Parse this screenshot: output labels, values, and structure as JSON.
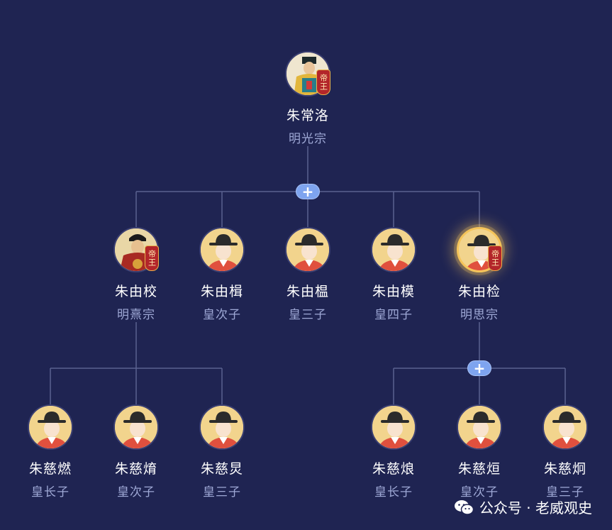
{
  "nodes": [
    {
      "id": "n0",
      "name": "朱常洛",
      "title": "明光宗",
      "emperor": true,
      "portrait": "emperor-portrait-yellow",
      "glow": false
    },
    {
      "id": "n1",
      "name": "朱由校",
      "title": "明熹宗",
      "emperor": true,
      "portrait": "emperor-portrait-red",
      "glow": false
    },
    {
      "id": "n2",
      "name": "朱由楫",
      "title": "皇次子",
      "emperor": false,
      "portrait": "prince-avatar",
      "glow": false
    },
    {
      "id": "n3",
      "name": "朱由榅",
      "title": "皇三子",
      "emperor": false,
      "portrait": "prince-avatar",
      "glow": false
    },
    {
      "id": "n4",
      "name": "朱由模",
      "title": "皇四子",
      "emperor": false,
      "portrait": "prince-avatar",
      "glow": false
    },
    {
      "id": "n5",
      "name": "朱由检",
      "title": "明思宗",
      "emperor": true,
      "portrait": "prince-avatar",
      "glow": true
    },
    {
      "id": "n6",
      "name": "朱慈燃",
      "title": "皇长子",
      "emperor": false,
      "portrait": "prince-avatar",
      "glow": false
    },
    {
      "id": "n7",
      "name": "朱慈焴",
      "title": "皇次子",
      "emperor": false,
      "portrait": "prince-avatar",
      "glow": false
    },
    {
      "id": "n8",
      "name": "朱慈炅",
      "title": "皇三子",
      "emperor": false,
      "portrait": "prince-avatar",
      "glow": false
    },
    {
      "id": "n9",
      "name": "朱慈烺",
      "title": "皇长子",
      "emperor": false,
      "portrait": "prince-avatar",
      "glow": false
    },
    {
      "id": "n10",
      "name": "朱慈烜",
      "title": "皇次子",
      "emperor": false,
      "portrait": "prince-avatar",
      "glow": false
    },
    {
      "id": "n11",
      "name": "朱慈炯",
      "title": "皇三子",
      "emperor": false,
      "portrait": "prince-avatar",
      "glow": false
    }
  ],
  "edges": [
    {
      "from": "n0",
      "to": [
        "n1",
        "n2",
        "n3",
        "n4",
        "n5"
      ],
      "expand_button": true
    },
    {
      "from": "n1",
      "to": [
        "n6",
        "n7",
        "n8"
      ],
      "expand_button": false
    },
    {
      "from": "n5",
      "to": [
        "n9",
        "n10",
        "n11"
      ],
      "expand_button": true
    }
  ],
  "badge_text": "帝王",
  "expand_symbol": "+",
  "watermark": {
    "icon": "wechat-icon",
    "text": "公众号 · 老威观史"
  },
  "colors": {
    "background": "#1f2452",
    "line": "#5a6190",
    "name": "#ffffff",
    "title": "#9fa9d6",
    "badge": "#b3262a",
    "plus": "#7ea4ef"
  }
}
